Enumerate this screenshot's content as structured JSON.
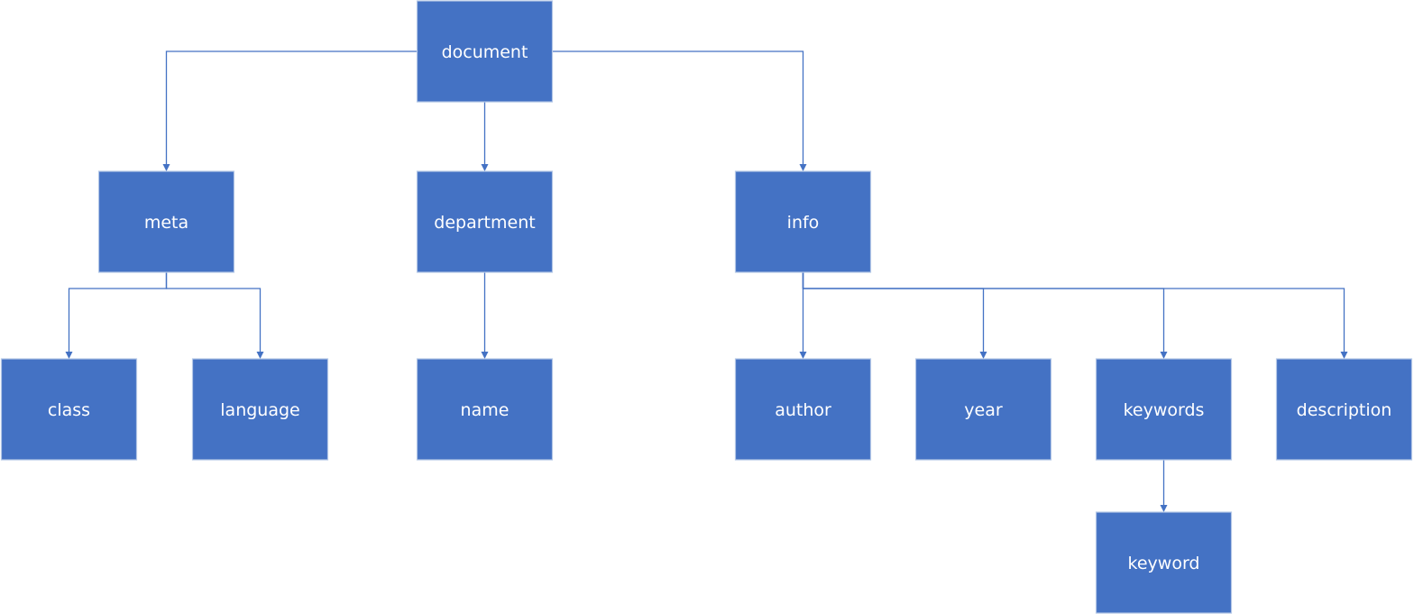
{
  "diagram": {
    "nodes": [
      {
        "id": "document",
        "label": "document"
      },
      {
        "id": "meta",
        "label": "meta"
      },
      {
        "id": "department",
        "label": "department"
      },
      {
        "id": "info",
        "label": "info"
      },
      {
        "id": "class",
        "label": "class"
      },
      {
        "id": "language",
        "label": "language"
      },
      {
        "id": "name",
        "label": "name"
      },
      {
        "id": "author",
        "label": "author"
      },
      {
        "id": "year",
        "label": "year"
      },
      {
        "id": "keywords",
        "label": "keywords"
      },
      {
        "id": "description",
        "label": "description"
      },
      {
        "id": "keyword",
        "label": "keyword"
      }
    ],
    "edges": [
      {
        "from": "document",
        "to": "meta"
      },
      {
        "from": "document",
        "to": "department"
      },
      {
        "from": "document",
        "to": "info"
      },
      {
        "from": "meta",
        "to": "class"
      },
      {
        "from": "meta",
        "to": "language"
      },
      {
        "from": "department",
        "to": "name"
      },
      {
        "from": "info",
        "to": "author"
      },
      {
        "from": "info",
        "to": "year"
      },
      {
        "from": "info",
        "to": "keywords"
      },
      {
        "from": "info",
        "to": "description"
      },
      {
        "from": "keywords",
        "to": "keyword"
      }
    ],
    "colors": {
      "node_fill": "#4472c4",
      "node_border": "#b4c7e7",
      "connector": "#4472c4",
      "label_text": "#ffffff",
      "background": "#ffffff"
    }
  }
}
